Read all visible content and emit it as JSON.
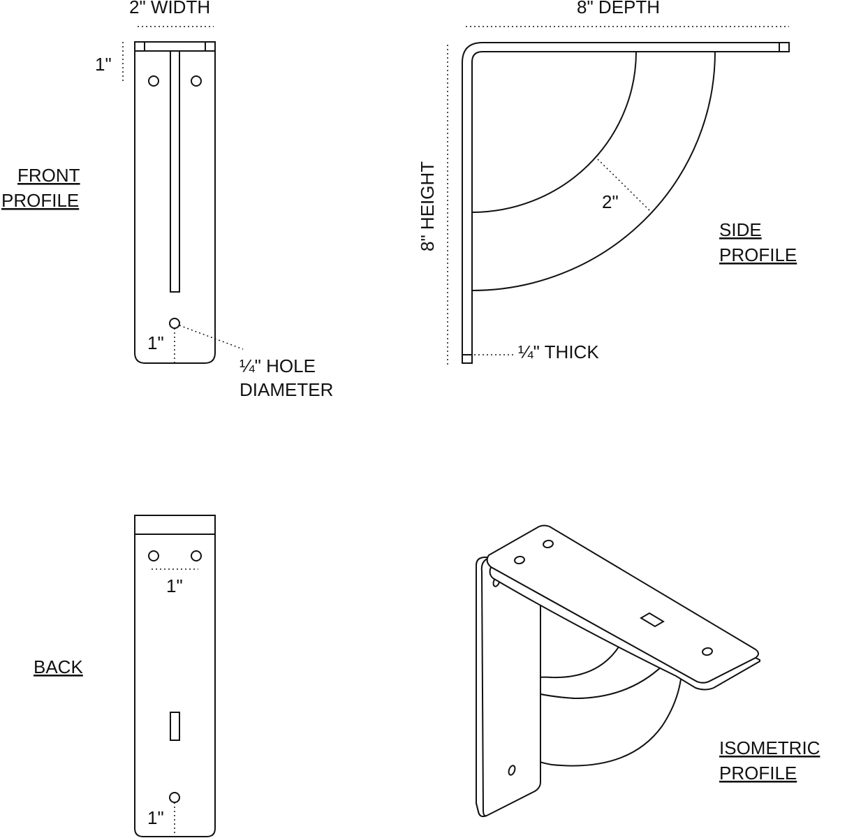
{
  "labels": {
    "front_width": "2\" WIDTH",
    "front_top_dim": "1\"",
    "front_bottom_dim": "1\"",
    "front_hole_line1": "¼\" HOLE",
    "front_hole_line2": "DIAMETER",
    "front_title_line1": "FRONT",
    "front_title_line2": "PROFILE",
    "side_depth": "8\" DEPTH",
    "side_height": "8\" HEIGHT",
    "side_arc_width": "2\"",
    "side_thick": "¼\" THICK",
    "side_title_line1": "SIDE",
    "side_title_line2": "PROFILE",
    "back_title": "BACK",
    "back_hole_spacing": "1\"",
    "back_bottom_dim": "1\"",
    "iso_title_line1": "ISOMETRIC",
    "iso_title_line2": "PROFILE"
  }
}
